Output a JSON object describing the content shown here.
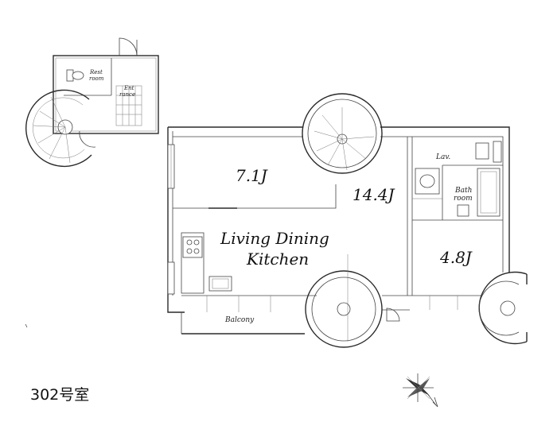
{
  "unit_number": "302号室",
  "rooms": {
    "western_room": "7.1J",
    "ldk_area": "14.4J",
    "ldk_line1": "Living Dining",
    "ldk_line2": "Kitchen",
    "bedroom": "4.8J"
  },
  "entrance": {
    "rest_room_line1": "Rest",
    "rest_room_line2": "room",
    "entrance_line1": "Ent",
    "entrance_line2": "rance"
  },
  "wet_area": {
    "lavatory": "Lav.",
    "bath_line1": "Bath",
    "bath_line2": "room"
  },
  "balcony": "Balcony",
  "icons": [
    "compass-icon",
    "spiral-staircase-icon",
    "stove-icon",
    "sink-icon",
    "toilet-icon",
    "bathtub-icon"
  ]
}
